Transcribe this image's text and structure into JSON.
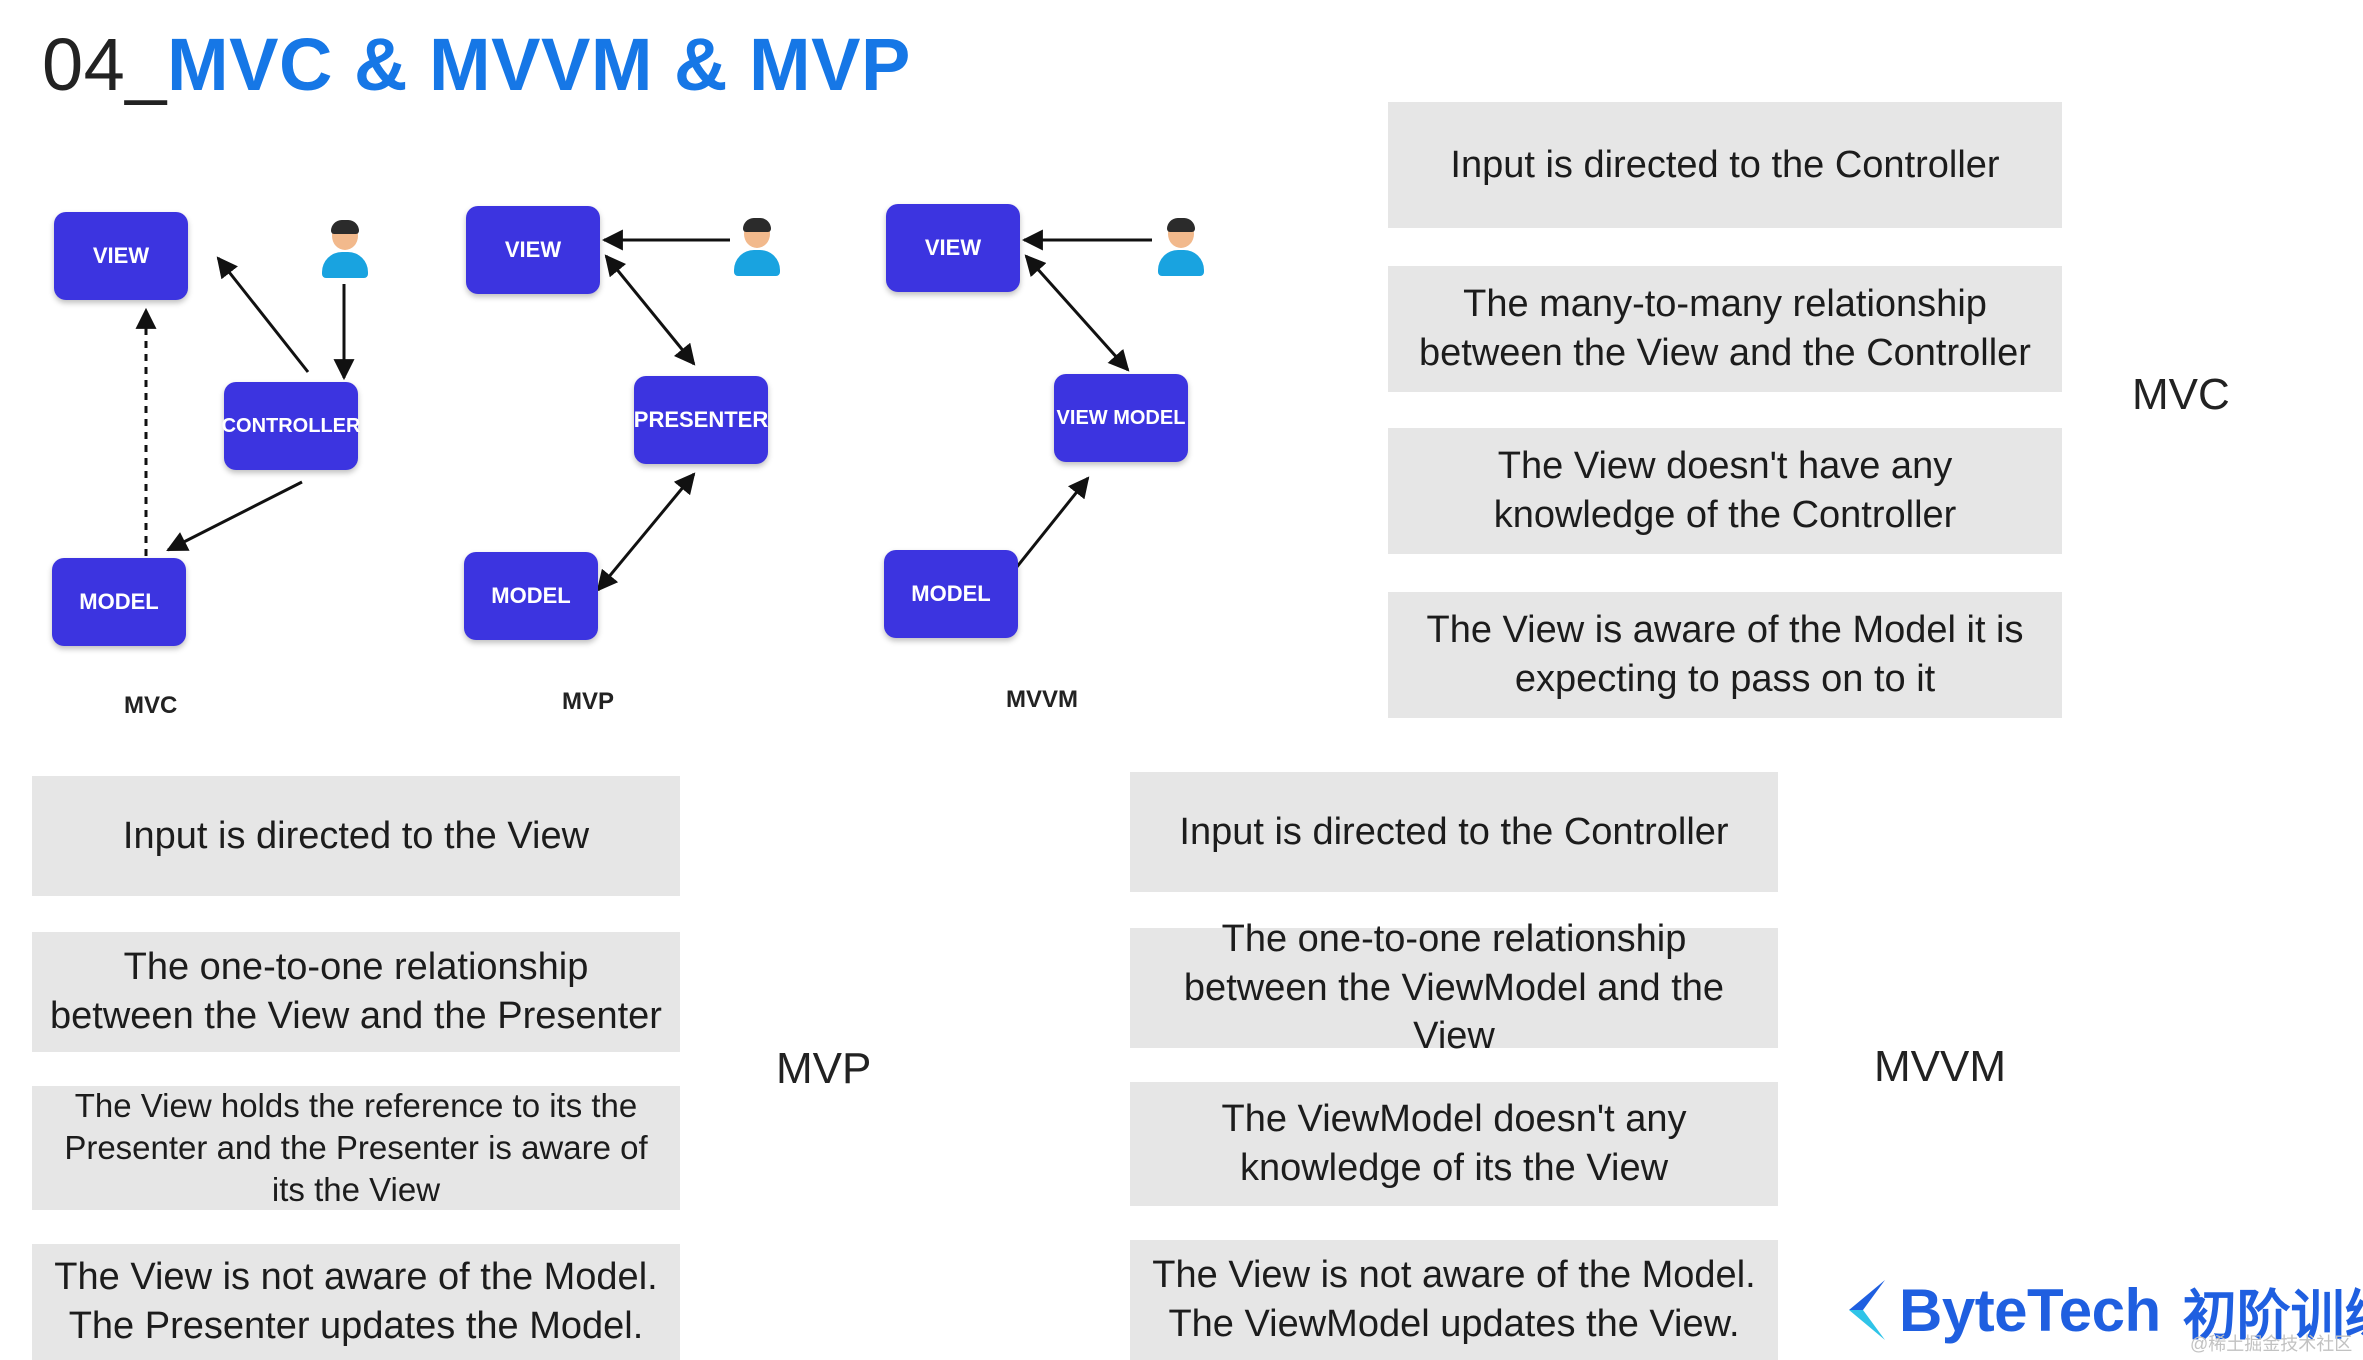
{
  "title": {
    "number": "04_",
    "text": "MVC & MVVM & MVP"
  },
  "diagrams": {
    "mvc": {
      "view": "VIEW",
      "controller": "CONTROLLER",
      "model": "MODEL",
      "label": "MVC"
    },
    "mvp": {
      "view": "VIEW",
      "presenter": "PRESENTER",
      "model": "MODEL",
      "label": "MVP"
    },
    "mvvm": {
      "view": "VIEW",
      "viewmodel": "VIEW MODEL",
      "model": "MODEL",
      "label": "MVVM"
    }
  },
  "mvc_section": {
    "label": "MVC",
    "items": [
      "Input is directed to the Controller",
      "The many-to-many relationship between the View and the Controller",
      "The View doesn't have any knowledge of the Controller",
      "The View is aware of the Model it is expecting to pass on to it"
    ]
  },
  "mvp_section": {
    "label": "MVP",
    "items": [
      "Input is directed to the View",
      "The one-to-one relationship between the View and the Presenter",
      "The View holds the reference to its the Presenter and the Presenter is aware of its the View",
      "The View is not aware of the Model. The Presenter updates the Model."
    ]
  },
  "mvvm_section": {
    "label": "MVVM",
    "items": [
      "Input is directed to the Controller",
      "The one-to-one relationship between the ViewModel and the View",
      "The ViewModel doesn't any knowledge of its the View",
      "The View is not aware of the Model. The ViewModel updates the View."
    ]
  },
  "logo": {
    "brand": "ByteTech",
    "subtitle": "初阶训练",
    "icon": "bytetech-logo-icon"
  },
  "watermark": "@稀土掘金技术社区",
  "colors": {
    "node": "#3c34e0",
    "title_accent": "#1677e6",
    "box_bg": "#e6e6e6",
    "brand": "#1f5fe0"
  }
}
